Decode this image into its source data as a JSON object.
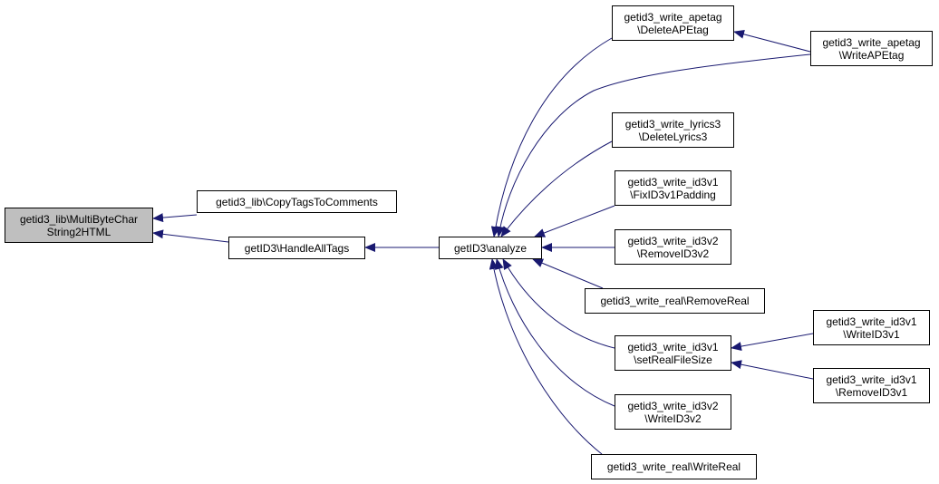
{
  "colors": {
    "edge": "#191970",
    "root_fill": "#bfbfbf",
    "node_fill": "#ffffff",
    "border": "#000000"
  },
  "nodes": {
    "multibyte": {
      "line1": "getid3_lib\\MultiByteChar",
      "line2": "String2HTML"
    },
    "copytags": {
      "line1": "getid3_lib\\CopyTagsToComments"
    },
    "handlealltags": {
      "line1": "getID3\\HandleAllTags"
    },
    "analyze": {
      "line1": "getID3\\analyze"
    },
    "deleteapetag": {
      "line1": "getid3_write_apetag",
      "line2": "\\DeleteAPEtag"
    },
    "writeapetag": {
      "line1": "getid3_write_apetag",
      "line2": "\\WriteAPEtag"
    },
    "deletelyrics3": {
      "line1": "getid3_write_lyrics3",
      "line2": "\\DeleteLyrics3"
    },
    "fixid3v1padding": {
      "line1": "getid3_write_id3v1",
      "line2": "\\FixID3v1Padding"
    },
    "removeid3v2": {
      "line1": "getid3_write_id3v2",
      "line2": "\\RemoveID3v2"
    },
    "removereal": {
      "line1": "getid3_write_real\\RemoveReal"
    },
    "setrealfilesize": {
      "line1": "getid3_write_id3v1",
      "line2": "\\setRealFileSize"
    },
    "writeid3v2": {
      "line1": "getid3_write_id3v2",
      "line2": "\\WriteID3v2"
    },
    "writereal": {
      "line1": "getid3_write_real\\WriteReal"
    },
    "writeid3v1": {
      "line1": "getid3_write_id3v1",
      "line2": "\\WriteID3v1"
    },
    "removeid3v1": {
      "line1": "getid3_write_id3v1",
      "line2": "\\RemoveID3v1"
    }
  }
}
